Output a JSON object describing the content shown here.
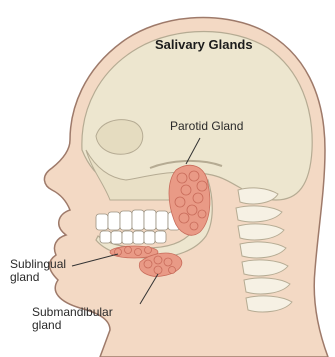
{
  "title": "Salivary Glands",
  "labels": {
    "parotid": "Parotid Gland",
    "sublingual": "Sublingual\ngland",
    "submandibular": "Submandibular\ngland"
  },
  "colors": {
    "skin": "#f3d9c4",
    "skin_outline": "#9e7a6a",
    "skull": "#ede6cf",
    "skull_line": "#b5ab93",
    "gland": "#e99a86",
    "gland_dark": "#c86c5b",
    "spine": "#f6f1e4",
    "teeth": "#ffffff"
  }
}
